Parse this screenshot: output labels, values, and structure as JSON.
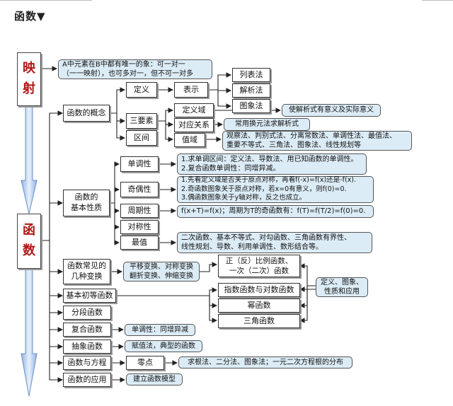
{
  "header": {
    "title": "函数▼"
  },
  "diagram": {
    "mapping_label": "映\n射",
    "function_label": "函\n数",
    "mapping_def": "A中元素在B中都有唯一的象：可一对一\n（一一映射），也可多对一，但不可一对多",
    "concept": {
      "label": "函数的概念",
      "definition": "定义",
      "representation": "表示",
      "rep_methods": [
        "列表法",
        "解析法",
        "图象法"
      ],
      "three_elements": "三要素",
      "domain": "定义域",
      "domain_note": "使解析式有意义及实际意义",
      "correspondence": "对应关系",
      "correspondence_note": "常用换元法求解析式",
      "interval": "区间",
      "range": "值域",
      "range_note": "观察法、判别式法、分离常数法、单调性法、最值法、\n重要不等式、三角法、图象法、线性规划等"
    },
    "properties": {
      "label": "函数的\n基本性质",
      "monotonic": "单调性",
      "monotonic_note": "1.求单调区间：定义法、导数法、用已知函数的单调性。\n2.复合函数单调性：同增异减。",
      "parity": "奇偶性",
      "parity_note": "1.先看定义域是否关于原点对称，再看f(-x)=f(x)还是-f(x).\n2.奇函数图象关于原点对称，若x=0有意义，则f(0)=0.\n3.偶函数图象关于y轴对称，反之也成立。",
      "periodic": "周期性",
      "periodic_note": "f(x+T)=f(x)；周期为T的奇函数有：f(T)=f(T/2)=f(0)=0.",
      "symmetry": "对称性",
      "extreme": "最值",
      "extreme_note": "二次函数、基本不等式、对勾函数、三角函数有界性、\n线性规划、导数、利用单调性、数形结合等。"
    },
    "common": {
      "label": "函数常见的\n几种变换",
      "note": "平移变换、对称变换\n翻折变换、伸缩变换"
    },
    "elementary": {
      "label": "基本初等函数",
      "items": [
        "正（反）比例函数、\n一次（二次）函数",
        "指数函数与对数函数",
        "幂函数",
        "三角函数"
      ],
      "note": "定义、图象、\n性质和应用"
    },
    "piecewise": "分段函数",
    "composite": {
      "label": "复合函数",
      "note": "单调性：同增异减"
    },
    "abstract": {
      "label": "抽象函数",
      "note": "赋值法，典型的函数"
    },
    "equation": {
      "label": "函数与方程",
      "zero": "零点",
      "note": "求根法、二分法、图象法；一元二次方程根的分布"
    },
    "application": {
      "label": "函数的应用",
      "note": "建立函数模型"
    }
  }
}
